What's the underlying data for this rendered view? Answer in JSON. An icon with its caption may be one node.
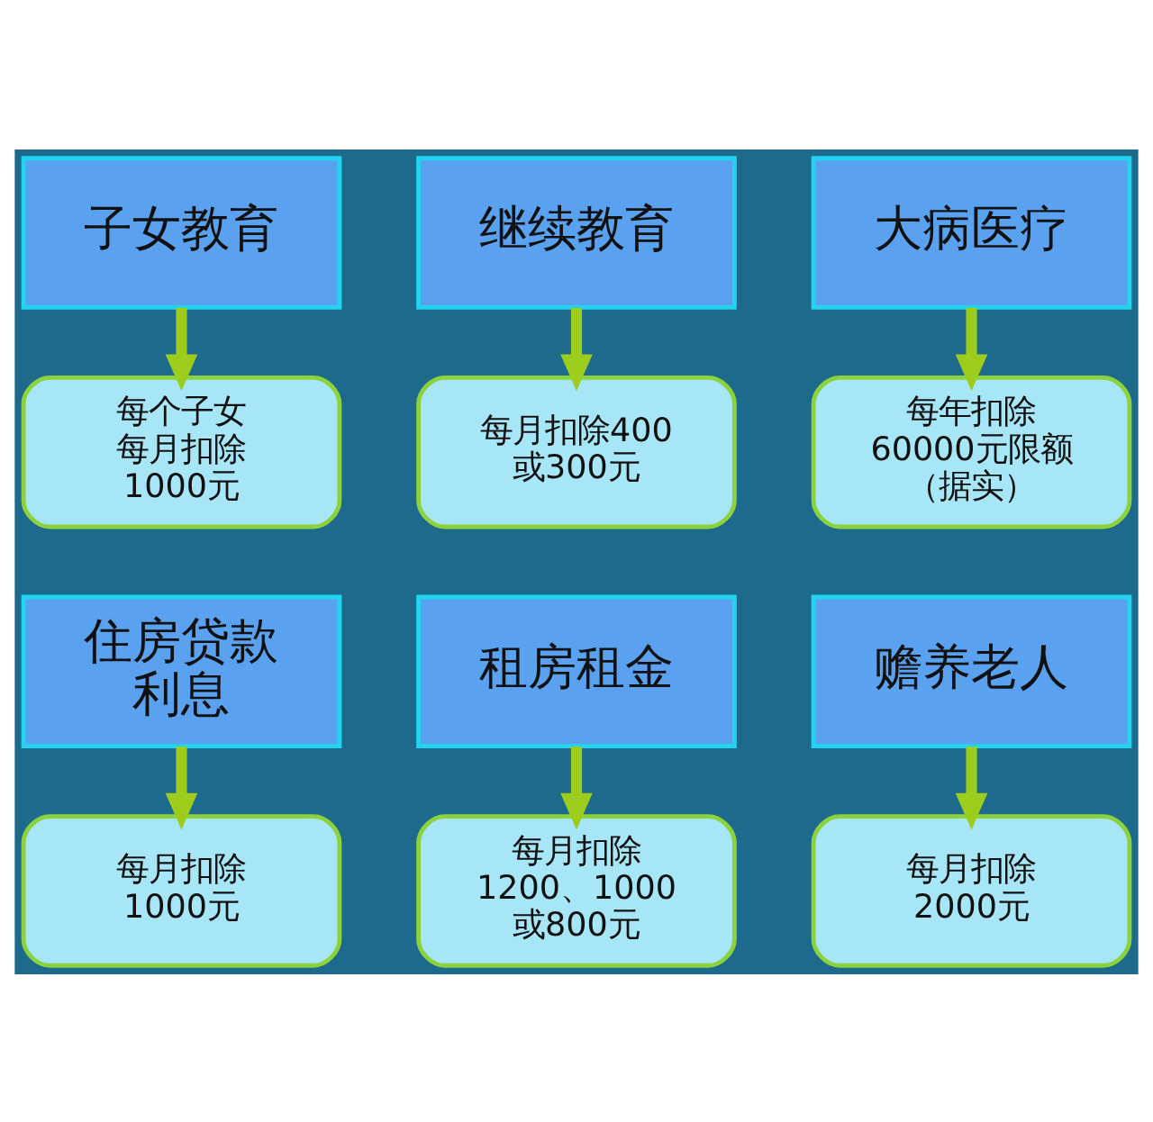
{
  "diagram": {
    "nodes": [
      {
        "text": [
          "子女教育"
        ]
      },
      {
        "text": [
          "每个子女每月扣除1000元"
        ]
      },
      {
        "text": [
          "继续教育"
        ]
      },
      {
        "text": [
          "每月扣除400 或300元"
        ]
      },
      {
        "text": [
          "大病医疗"
        ]
      },
      {
        "text": [
          "每年扣除60000元限额（据实）"
        ]
      },
      {
        "text": [
          "住房贷款利息"
        ]
      },
      {
        "text": [
          "每月扣除 1000元"
        ]
      },
      {
        "text": [
          "租房租金"
        ]
      },
      {
        "text": [
          "每月扣除 1200、1000 或800元"
        ]
      },
      {
        "text": [
          "赡养老人"
        ]
      },
      {
        "text": [
          "每月扣除 2000元"
        ]
      }
    ],
    "edges": [
      {
        "from": 0,
        "to": 1,
        "arrow": "to"
      },
      {
        "from": 2,
        "to": 3,
        "arrow": "to"
      },
      {
        "from": 4,
        "to": 5,
        "arrow": "to"
      },
      {
        "from": 6,
        "to": 7,
        "arrow": "to"
      },
      {
        "from": 8,
        "to": 9,
        "arrow": "to"
      },
      {
        "from": 10,
        "to": 11,
        "arrow": "to"
      }
    ]
  }
}
